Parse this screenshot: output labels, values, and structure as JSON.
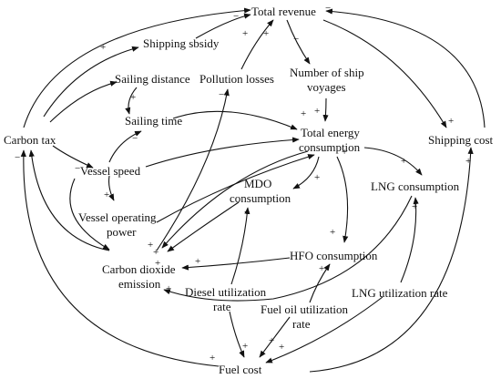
{
  "nodes": {
    "total_revenue": "Total revenue",
    "shipping_subsidy": "Shipping sbsidy",
    "sailing_distance": "Sailing distance",
    "pollution_losses": "Pollution losses",
    "number_of_ship_voyages_1": "Number of ship",
    "number_of_ship_voyages_2": "voyages",
    "sailing_time": "Sailing time",
    "total_energy_consumption_1": "Total energy",
    "total_energy_consumption_2": "consumption",
    "carbon_tax": "Carbon tax",
    "shipping_cost": "Shipping cost",
    "vessel_speed": "Vessel speed",
    "mdo_consumption_1": "MDO",
    "mdo_consumption_2": "consumption",
    "lng_consumption": "LNG consumption",
    "vessel_operating_power_1": "Vessel operating",
    "vessel_operating_power_2": "power",
    "hfo_consumption": "HFO consumption",
    "carbon_dioxide_emission_1": "Carbon dioxide",
    "carbon_dioxide_emission_2": "emission",
    "diesel_utilization_rate_1": "Diesel utilization",
    "diesel_utilization_rate_2": "rate",
    "fuel_oil_utilization_rate_1": "Fuel oil utilization",
    "fuel_oil_utilization_rate_2": "rate",
    "lng_utilization_rate": "LNG utilization rate",
    "fuel_cost": "Fuel cost"
  },
  "polarity": {
    "plus": "+",
    "minus": "−"
  }
}
